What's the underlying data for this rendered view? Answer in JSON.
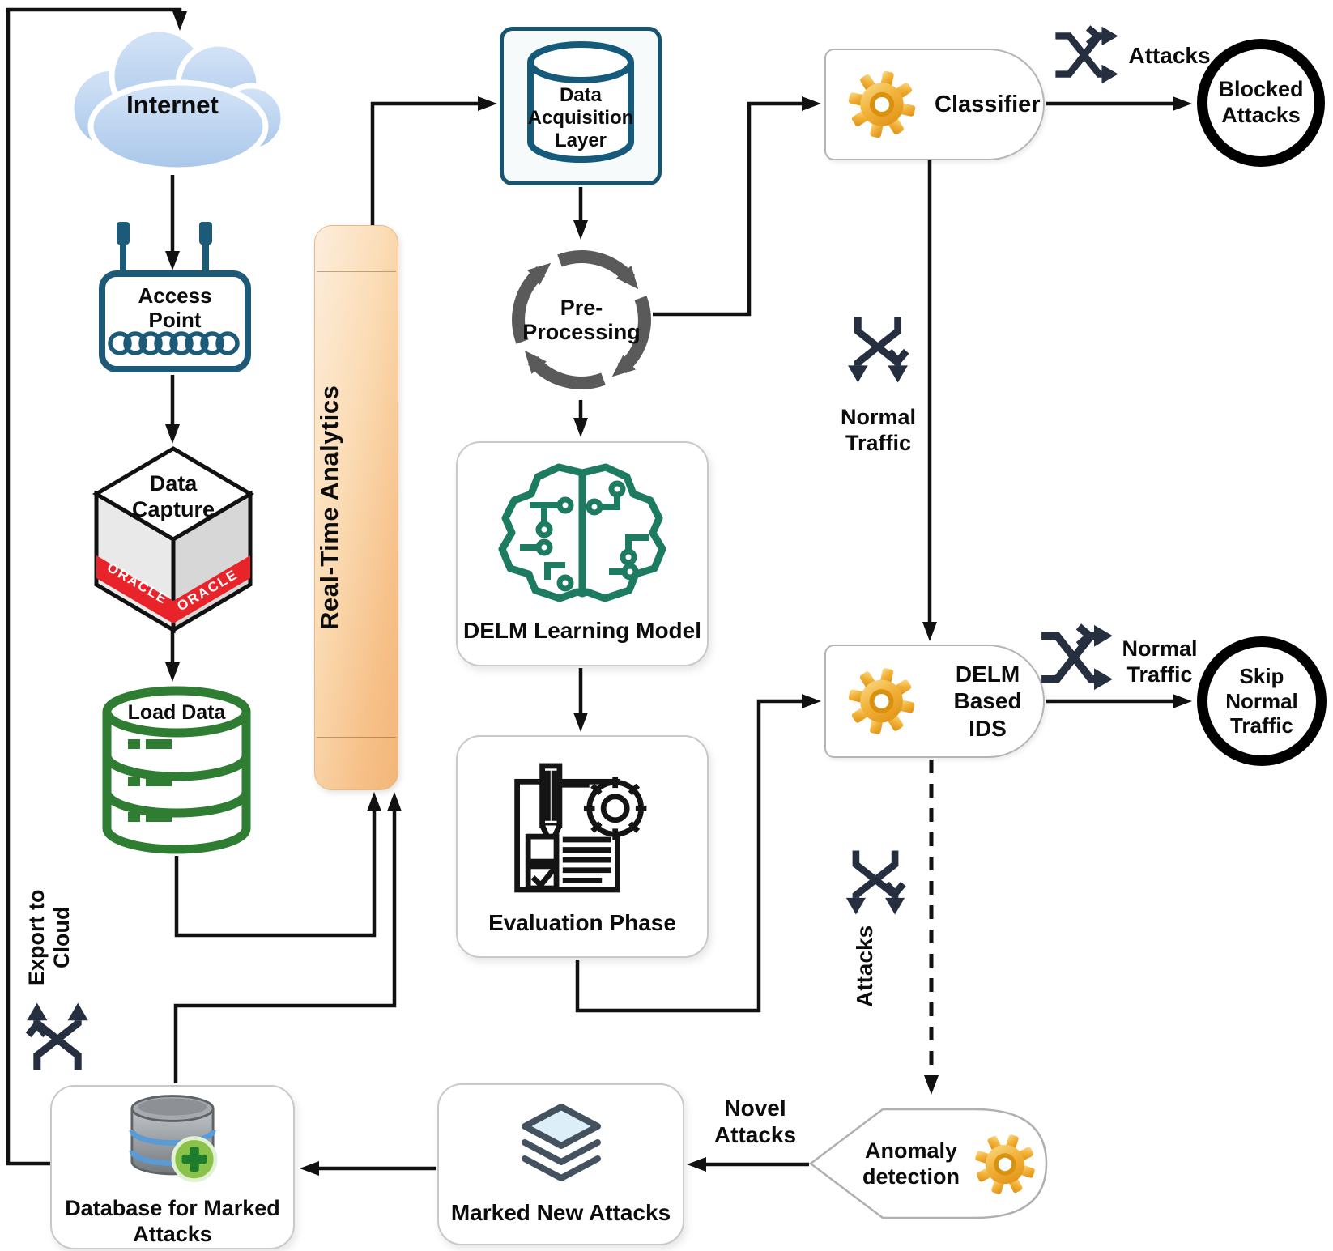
{
  "diagram": {
    "nodes": {
      "internet": {
        "label": "Internet"
      },
      "access_point": {
        "line1": "Access",
        "line2": "Point"
      },
      "data_capture": {
        "line1": "Data",
        "line2": "Capture",
        "brand": "ORACLE"
      },
      "load_data": {
        "label": "Load Data"
      },
      "realtime_analytics": {
        "label": "Real-Time Analytics"
      },
      "data_acquisition_layer": {
        "line1": "Data",
        "line2": "Acquisition",
        "line3": "Layer"
      },
      "preprocessing": {
        "line1": "Pre-",
        "line2": "Processing"
      },
      "delm_learning_model": {
        "label": "DELM Learning Model"
      },
      "evaluation_phase": {
        "label": "Evaluation Phase"
      },
      "classifier": {
        "label": "Classifier"
      },
      "blocked_attacks": {
        "label": "Blocked Attacks"
      },
      "delm_based_ids": {
        "line1": "DELM",
        "line2": "Based IDS"
      },
      "skip_normal_traffic": {
        "label": "Skip Normal Traffic"
      },
      "anomaly_detection": {
        "label": "Anomaly detection"
      },
      "marked_new_attacks": {
        "label": "Marked New Attacks"
      },
      "database_marked_attacks": {
        "label": "Database for Marked Attacks"
      }
    },
    "edge_labels": {
      "attacks_to_blocked": "Attacks",
      "normal_traffic_down": "Normal Traffic",
      "normal_traffic_right": "Normal Traffic",
      "attacks_down": "Attacks",
      "novel_attacks": "Novel Attacks",
      "export_to_cloud": "Export to Cloud"
    },
    "colors": {
      "teal": "#175a78",
      "db_green": "#2e7d32",
      "delm_green": "#1c7b61",
      "gear_gold": "#f2b23a",
      "bar_peach": "#f6c088",
      "icon_navy": "#262f40",
      "oracle_red": "#e8232a",
      "cloud_blue": "#b9d3ee",
      "line_black": "#111111"
    }
  }
}
